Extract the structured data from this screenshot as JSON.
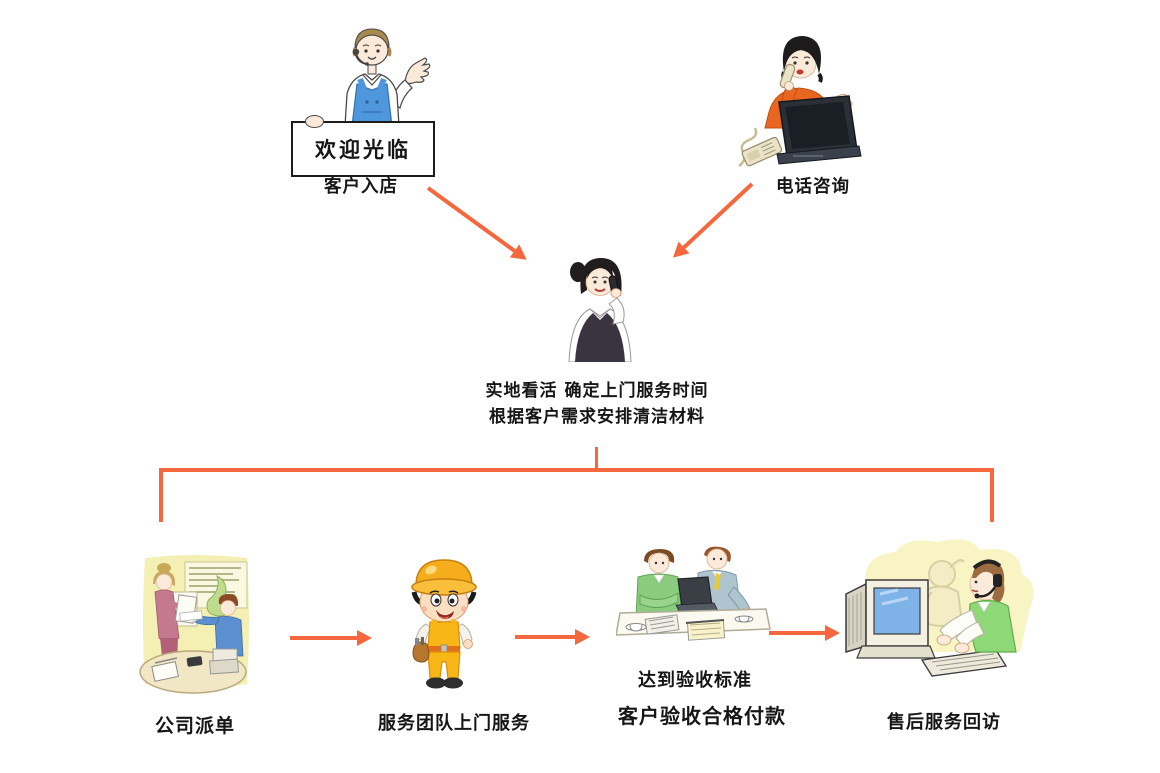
{
  "colors": {
    "accent_arrow": "#F5673C",
    "text": "#161616",
    "background": "#FFFFFF",
    "clerk_vest_blue": "#4E97DC",
    "consult_shirt_orange": "#E8661F",
    "worker_yellow": "#F9B617",
    "agent_vest_green": "#8FD878"
  },
  "top_left": {
    "icon": "shop-clerk-with-welcome-sign",
    "sign_text": "欢迎光临",
    "label": "客户入店"
  },
  "top_right": {
    "icon": "woman-phone-laptop",
    "label": "电话咨询"
  },
  "center": {
    "icon": "receptionist-on-phone",
    "line1": "实地看活 确定上门服务时间",
    "line2": "根据客户需求安排清洁材料"
  },
  "bottom_steps": [
    {
      "icon": "office-dispatch-scene",
      "label": "公司派单"
    },
    {
      "icon": "service-worker-cartoon",
      "label": "服务团队上门服务"
    },
    {
      "icon": "acceptance-meeting-scene",
      "label_line1": "达到验收标准",
      "label_line2": "客户验收合格付款"
    },
    {
      "icon": "after-sales-call-agent",
      "label": "售后服务回访"
    }
  ],
  "connectors": {
    "top_left_to_center": "diagonal-arrow",
    "top_right_to_center": "diagonal-arrow",
    "center_branch": "tree-split-to-left-and-right",
    "bottom_flow": [
      "arrow-step1-step2",
      "arrow-step2-step3",
      "arrow-step3-step4"
    ]
  }
}
